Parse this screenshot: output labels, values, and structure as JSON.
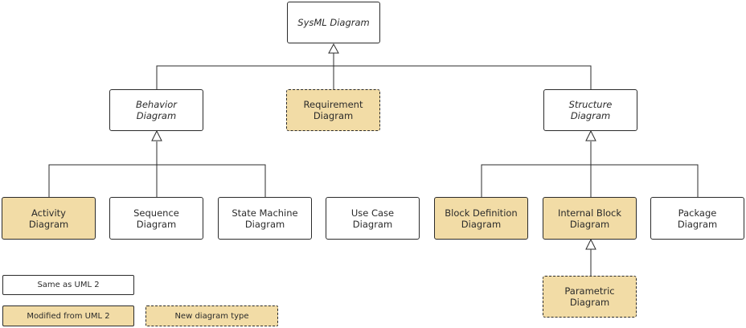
{
  "nodes": {
    "sysml": "SysML Diagram",
    "behavior": "Behavior\nDiagram",
    "requirement": "Requirement\nDiagram",
    "structure": "Structure\nDiagram",
    "activity": "Activity\nDiagram",
    "sequence": "Sequence\nDiagram",
    "state_machine": "State Machine\nDiagram",
    "use_case": "Use Case\nDiagram",
    "block_definition": "Block Definition\nDiagram",
    "internal_block": "Internal Block\nDiagram",
    "package": "Package\nDiagram",
    "parametric": "Parametric\nDiagram"
  },
  "legend": {
    "same": "Same as UML 2",
    "modified": "Modified from UML 2",
    "new": "New diagram type"
  },
  "colors": {
    "modified_fill": "#f2dca6",
    "line": "#2b2b2b"
  }
}
